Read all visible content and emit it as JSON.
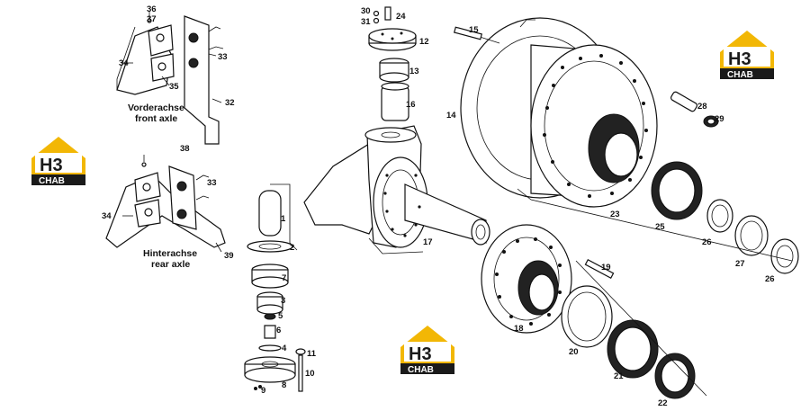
{
  "brand": {
    "logo_letters": "H3",
    "logo_word": "CHAB",
    "yellow": "#f2b705",
    "dark": "#1a1a1a"
  },
  "captions": {
    "front_de": "Vorderachse",
    "front_en": "front axle",
    "rear_de": "Hinterachse",
    "rear_en": "rear axle"
  },
  "part_numbers": {
    "p1": "1",
    "p2": "2",
    "p3": "3",
    "p4": "4",
    "p5": "5",
    "p6": "6",
    "p7": "7",
    "p8": "8",
    "p9": "9",
    "p10": "10",
    "p11": "11",
    "p12": "12",
    "p13": "13",
    "p14": "14",
    "p15": "15",
    "p16": "16",
    "p17": "17",
    "p18": "18",
    "p19": "19",
    "p20": "20",
    "p21": "21",
    "p22": "22",
    "p23": "23",
    "p24": "24",
    "p25": "25",
    "p26a": "26",
    "p26b": "26",
    "p27": "27",
    "p28": "28",
    "p29": "29",
    "p30": "30",
    "p31": "31",
    "p32": "32",
    "p33a": "33",
    "p33b": "33",
    "p34a": "34",
    "p34b": "34",
    "p35": "35",
    "p36": "36",
    "p37": "37",
    "p38": "38",
    "p39": "39"
  }
}
